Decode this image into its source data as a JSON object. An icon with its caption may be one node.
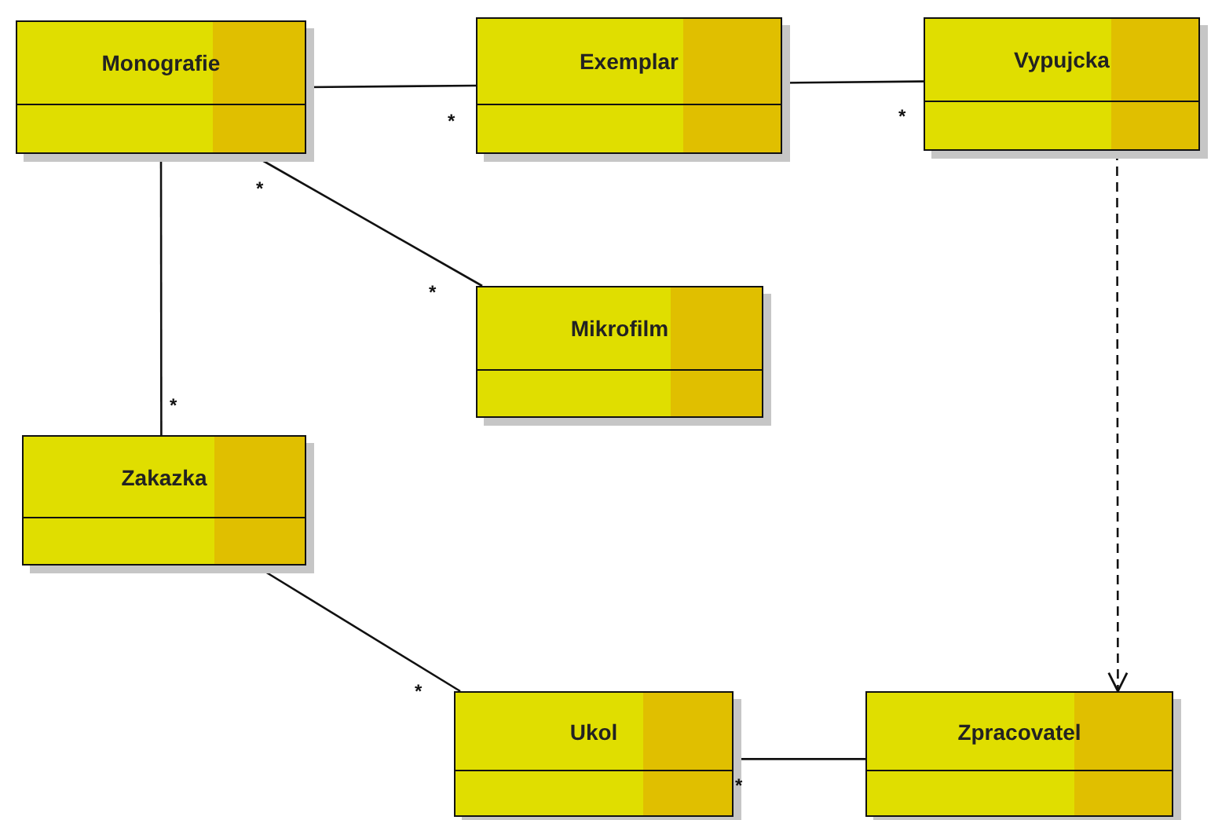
{
  "diagram": {
    "nodes": [
      {
        "text": [
          "Monografie"
        ]
      },
      {
        "text": [
          "Exemplar"
        ]
      },
      {
        "text": [
          "Vypujcka"
        ]
      },
      {
        "text": [
          "Mikrofilm"
        ]
      },
      {
        "text": [
          "Zakazka"
        ]
      },
      {
        "text": [
          "Ukol"
        ]
      },
      {
        "text": [
          "Zpracovatel"
        ]
      }
    ],
    "edges": [
      {
        "from": 0,
        "to": 1,
        "arrow": "none"
      },
      {
        "from": 1,
        "to": 2,
        "arrow": "none"
      },
      {
        "from": 0,
        "to": 3,
        "arrow": "none"
      },
      {
        "from": 0,
        "to": 4,
        "arrow": "none"
      },
      {
        "from": 4,
        "to": 5,
        "arrow": "none"
      },
      {
        "from": 5,
        "to": 6,
        "arrow": "none"
      },
      {
        "from": 2,
        "to": 6,
        "arrow": "to",
        "style": "dashed"
      }
    ],
    "labels": [
      "*",
      "*",
      "*",
      "*",
      "*",
      "*",
      "*"
    ]
  }
}
